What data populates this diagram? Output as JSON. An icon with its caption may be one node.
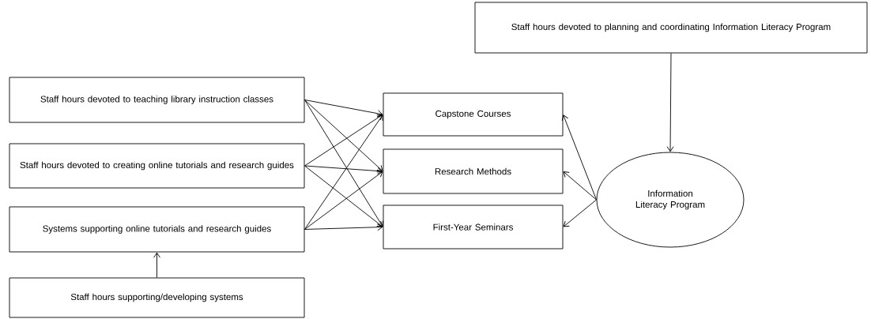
{
  "diagram": {
    "nodes": [
      {
        "text": [
          "Staff hours devoted to planning and coordinating Information Literacy Program"
        ]
      },
      {
        "text": [
          "Staff hours devoted to teaching library instruction classes"
        ]
      },
      {
        "text": [
          "Staff hours devoted to creating online tutorials and research guides"
        ]
      },
      {
        "text": [
          "Systems supporting online tutorials and research guides"
        ]
      },
      {
        "text": [
          "Staff hours supporting/developing systems"
        ]
      },
      {
        "text": [
          "Capstone Courses"
        ]
      },
      {
        "text": [
          "Research Methods"
        ]
      },
      {
        "text": [
          "First-Year Seminars"
        ]
      },
      {
        "text": [
          "Information Literacy Program"
        ]
      }
    ],
    "edges": [
      {
        "from": 1,
        "to": 5,
        "arrow": "to"
      },
      {
        "from": 1,
        "to": 6,
        "arrow": "to"
      },
      {
        "from": 1,
        "to": 7,
        "arrow": "to"
      },
      {
        "from": 2,
        "to": 5,
        "arrow": "to"
      },
      {
        "from": 2,
        "to": 6,
        "arrow": "to"
      },
      {
        "from": 2,
        "to": 7,
        "arrow": "to"
      },
      {
        "from": 3,
        "to": 5,
        "arrow": "to"
      },
      {
        "from": 3,
        "to": 6,
        "arrow": "to"
      },
      {
        "from": 3,
        "to": 7,
        "arrow": "to"
      },
      {
        "from": 4,
        "to": 3,
        "arrow": "to"
      },
      {
        "from": 0,
        "to": 8,
        "arrow": "to"
      },
      {
        "from": 8,
        "to": 5,
        "arrow": "to"
      },
      {
        "from": 8,
        "to": 6,
        "arrow": "to"
      },
      {
        "from": 8,
        "to": 7,
        "arrow": "to"
      }
    ]
  }
}
